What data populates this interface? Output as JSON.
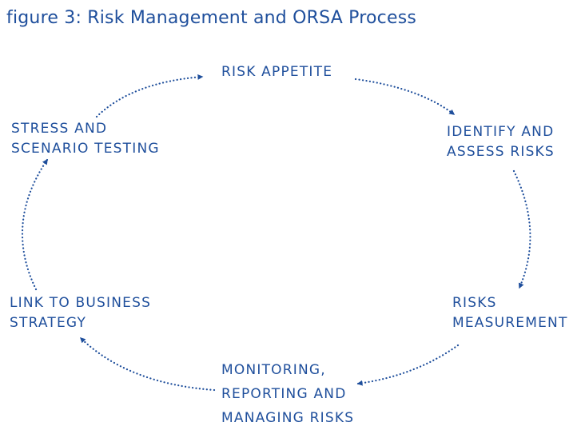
{
  "title": "figure 3: Risk Management and ORSA Process",
  "colors": {
    "accent": "#1f4f9c"
  },
  "nodes": [
    {
      "id": "risk-appetite",
      "lines": [
        "RISK APPETITE"
      ]
    },
    {
      "id": "identify-assess",
      "lines": [
        "IDENTIFY AND",
        "ASSESS RISKS"
      ]
    },
    {
      "id": "risks-measurement",
      "lines": [
        "RISKS",
        "MEASUREMENT"
      ]
    },
    {
      "id": "monitoring",
      "lines": [
        "MONITORING,",
        "REPORTING AND",
        "MANAGING RISKS"
      ]
    },
    {
      "id": "link-business",
      "lines": [
        "LINK TO BUSINESS",
        "STRATEGY"
      ]
    },
    {
      "id": "stress-testing",
      "lines": [
        "STRESS AND",
        "SCENARIO TESTING"
      ]
    }
  ]
}
